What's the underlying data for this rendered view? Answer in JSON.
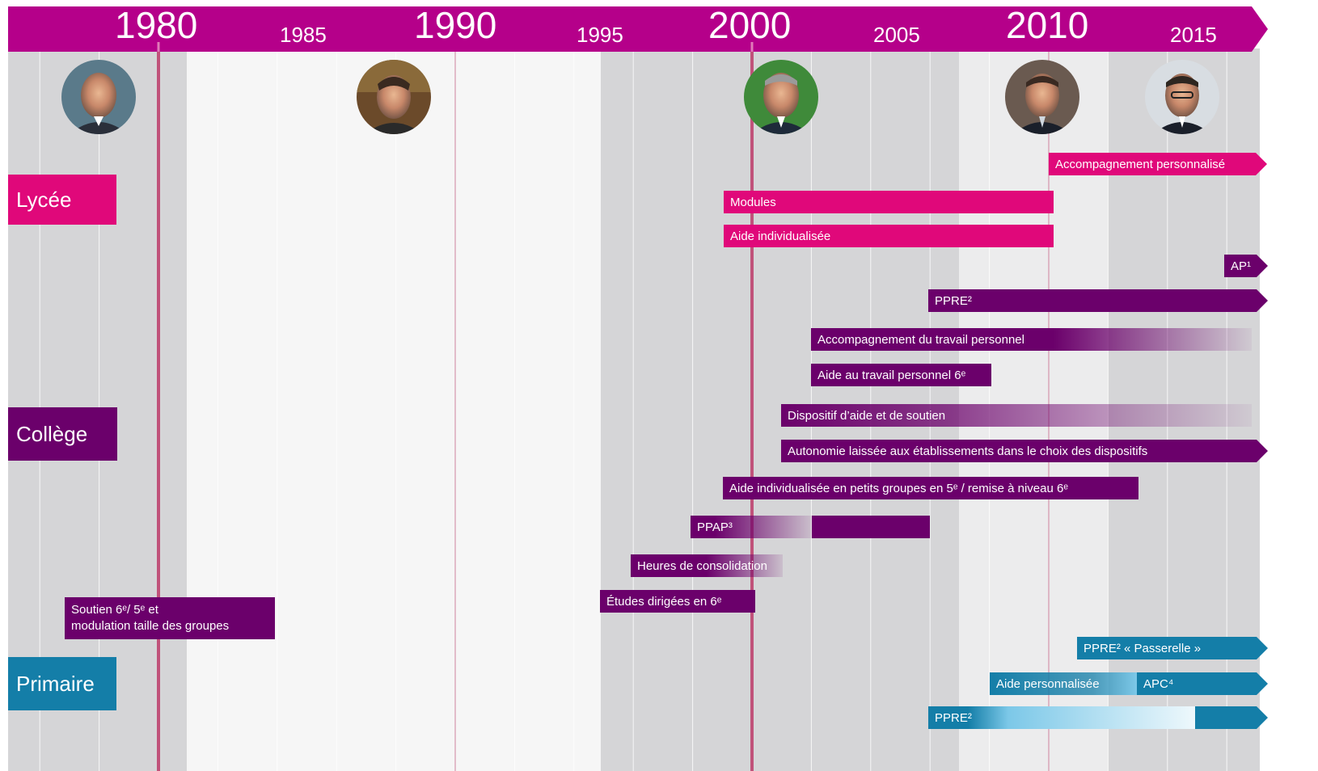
{
  "timeline": {
    "major_years": [
      "1980",
      "1990",
      "2000",
      "2010"
    ],
    "minor_years": [
      "1985",
      "1995",
      "2005",
      "2015"
    ],
    "colors": {
      "header": "#b5008a",
      "lycee": "#e0087a",
      "college": "#6b006b",
      "primaire": "#147ea8",
      "primaire_light": "#7cc8e8",
      "band_grey": "#d5d5d7",
      "band_light": "#f6f6f6",
      "gridline": "#c46a8a"
    }
  },
  "presidents": [
    {
      "icon": "president-portrait-1"
    },
    {
      "icon": "president-portrait-2"
    },
    {
      "icon": "president-portrait-3"
    },
    {
      "icon": "president-portrait-4"
    },
    {
      "icon": "president-portrait-5"
    }
  ],
  "levels": {
    "lycee": "Lycée",
    "college": "Collège",
    "primaire": "Primaire"
  },
  "bars": {
    "accompagnement_personnalise": "Accompagnement personnalisé",
    "modules": "Modules",
    "aide_individualisee": "Aide individualisée",
    "ap": "AP¹",
    "ppre_college": "PPRE²",
    "accompagnement_travail": "Accompagnement du travail personnel",
    "aide_travail_6": "Aide au travail personnel 6ᵉ",
    "dispositif_aide": "Dispositif d’aide et de soutien",
    "autonomie": "Autonomie laissée aux établissements dans le choix des dispositifs",
    "aide_petits_groupes": "Aide individualisée en petits groupes en 5ᵉ / remise à niveau 6ᵉ",
    "ppap": "PPAP³",
    "heures_consolidation": "Heures de consolidation",
    "etudes_dirigees": "Études dirigées en 6ᵉ",
    "soutien_line1": "Soutien 6ᵉ/ 5ᵉ et",
    "soutien_line2": "modulation taille des groupes",
    "ppre_passerelle": "PPRE² « Passerelle »",
    "aide_personnalisee": "Aide personnalisée",
    "apc": "APC⁴",
    "ppre_primaire": "PPRE²"
  }
}
